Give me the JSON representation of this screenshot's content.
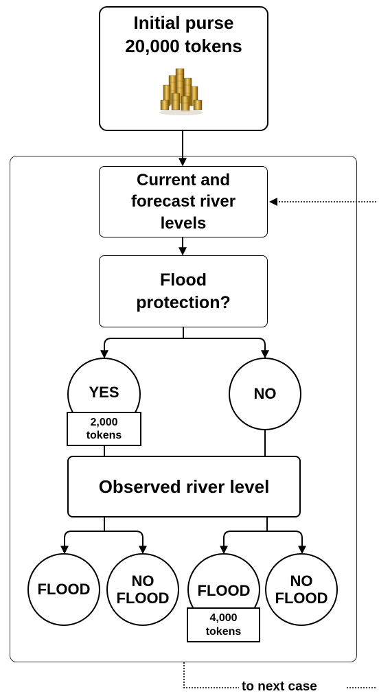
{
  "purse": {
    "line1": "Initial purse",
    "line2": "20,000 tokens",
    "coins_icon": "gold-coin-stacks"
  },
  "river_levels": {
    "line1": "Current and",
    "line2": "forecast river",
    "line3": "levels"
  },
  "protection_question": {
    "line1": "Flood",
    "line2": "protection?"
  },
  "choice_yes": "YES",
  "choice_no": "NO",
  "yes_cost": {
    "line1": "2,000",
    "line2": "tokens"
  },
  "observed_level": "Observed river level",
  "outcomes": {
    "flood_left": "FLOOD",
    "no_flood_left": {
      "line1": "NO",
      "line2": "FLOOD"
    },
    "flood_right": "FLOOD",
    "no_flood_right": {
      "line1": "NO",
      "line2": "FLOOD"
    }
  },
  "flood_loss": {
    "line1": "4,000",
    "line2": "tokens"
  },
  "next_case": "to next case"
}
